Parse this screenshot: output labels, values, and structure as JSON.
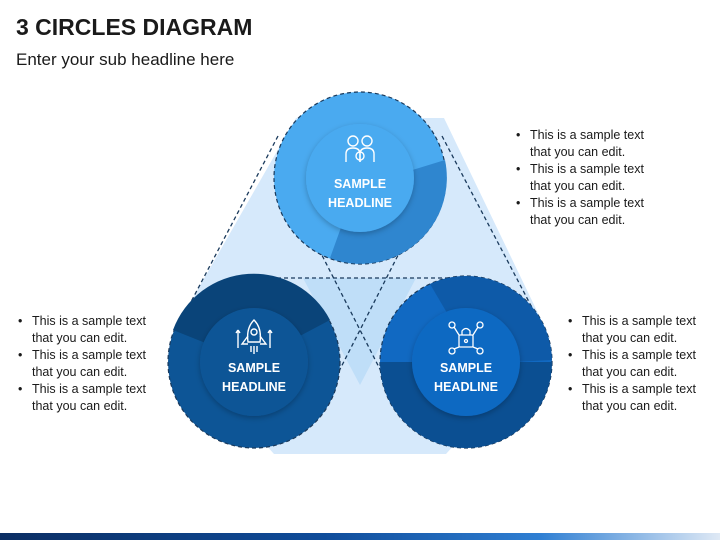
{
  "header": {
    "title": "3 CIRCLES DIAGRAM",
    "subtitle": "Enter your sub headline here"
  },
  "circles": [
    {
      "label_line1": "SAMPLE",
      "label_line2": "HEADLINE",
      "icon": "family-icon",
      "color": "#4aaaf0"
    },
    {
      "label_line1": "SAMPLE",
      "label_line2": "HEADLINE",
      "icon": "rocket-icon",
      "color": "#0d5596"
    },
    {
      "label_line1": "SAMPLE",
      "label_line2": "HEADLINE",
      "icon": "network-lock-icon",
      "color": "#1169c2"
    }
  ],
  "bullets_top": [
    {
      "line1": "This is a sample text",
      "line2": "that you can edit."
    },
    {
      "line1": "This is a sample text",
      "line2": "that you can edit."
    },
    {
      "line1": "This is a sample text",
      "line2": "that you can edit."
    }
  ],
  "bullets_left": [
    {
      "line1": "This is a sample text",
      "line2": "that you can edit."
    },
    {
      "line1": "This is a sample text",
      "line2": "that you can edit."
    },
    {
      "line1": "This is a sample text",
      "line2": "that you can edit."
    }
  ],
  "bullets_right": [
    {
      "line1": "This is a sample text",
      "line2": "that you can edit."
    },
    {
      "line1": "This is a sample text",
      "line2": "that you can edit."
    },
    {
      "line1": "This is a sample text",
      "line2": "that you can edit."
    }
  ],
  "colors": {
    "triangle_fill": "#d6e9fb",
    "dash": "#1a3a5c",
    "footer_dark": "#0b2e63",
    "footer_light": "#dfe9f5"
  }
}
